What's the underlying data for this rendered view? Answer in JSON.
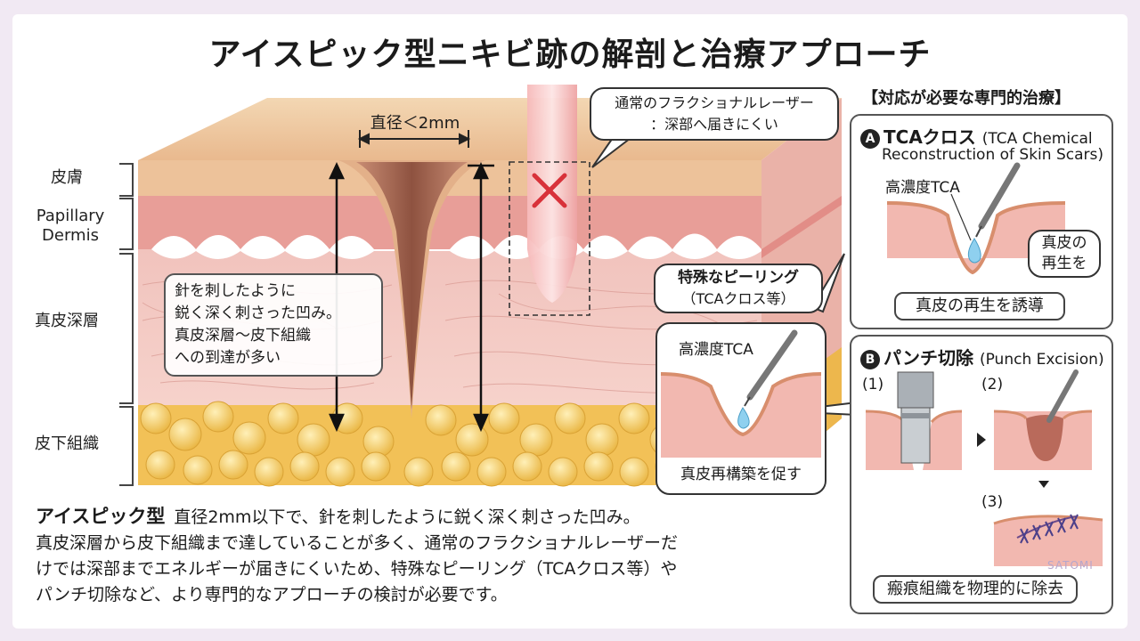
{
  "title": "アイスピック型ニキビ跡の解剖と治療アプローチ",
  "diameter_label": "直径＜2mm",
  "layers": {
    "skin": "皮膚",
    "papillary": "Papillary Dermis",
    "deep_dermis": "真皮深層",
    "subcutaneous": "皮下組織"
  },
  "scar_note": [
    "針を刺したように",
    "鋭く深く刺さった凹み。",
    "真皮深層〜皮下組織",
    "への到達が多い"
  ],
  "laser_callout": [
    "通常のフラクショナルレーザー",
    "：深部へ届きにくい"
  ],
  "peeling": {
    "label": [
      "特殊なピーリング",
      "（TCAクロス等）"
    ],
    "tca_label": "高濃度TCA",
    "caption": "真皮再構築を促す"
  },
  "panel_header": "【対応が必要な専門的治療】",
  "panel_a": {
    "badge": "A",
    "title": "TCAクロス",
    "subtitle_1": "(TCA Chemical",
    "subtitle_2": "Reconstruction of Skin Scars)",
    "tca_label": "高濃度TCA",
    "bubble": [
      "真皮の",
      "再生を"
    ],
    "caption": "真皮の再生を誘導"
  },
  "panel_b": {
    "badge": "B",
    "title": "パンチ切除",
    "subtitle": "(Punch Excision)",
    "step1": "(1)",
    "step2": "(2)",
    "step3": "(3)",
    "caption": "瘢痕組織を物理的に除去"
  },
  "body": {
    "lead": "アイスピック型",
    "lines": [
      "直径2mm以下で、針を刺したように鋭く深く刺さった凹み。",
      "真皮深層から皮下組織まで達していることが多く、通常のフラクショナルレーザーだ",
      "けでは深部までエネルギーが届きにくいため、特殊なピーリング（TCAクロス等）や",
      "パンチ切除など、より専門的なアプローチの検討が必要です。"
    ]
  },
  "watermark": "SATOMI",
  "colors": {
    "dermis": "#f2c4c0",
    "epidermis": "#e9b98e",
    "fat": "#f3c45a",
    "laser_x": "#d8323a"
  }
}
